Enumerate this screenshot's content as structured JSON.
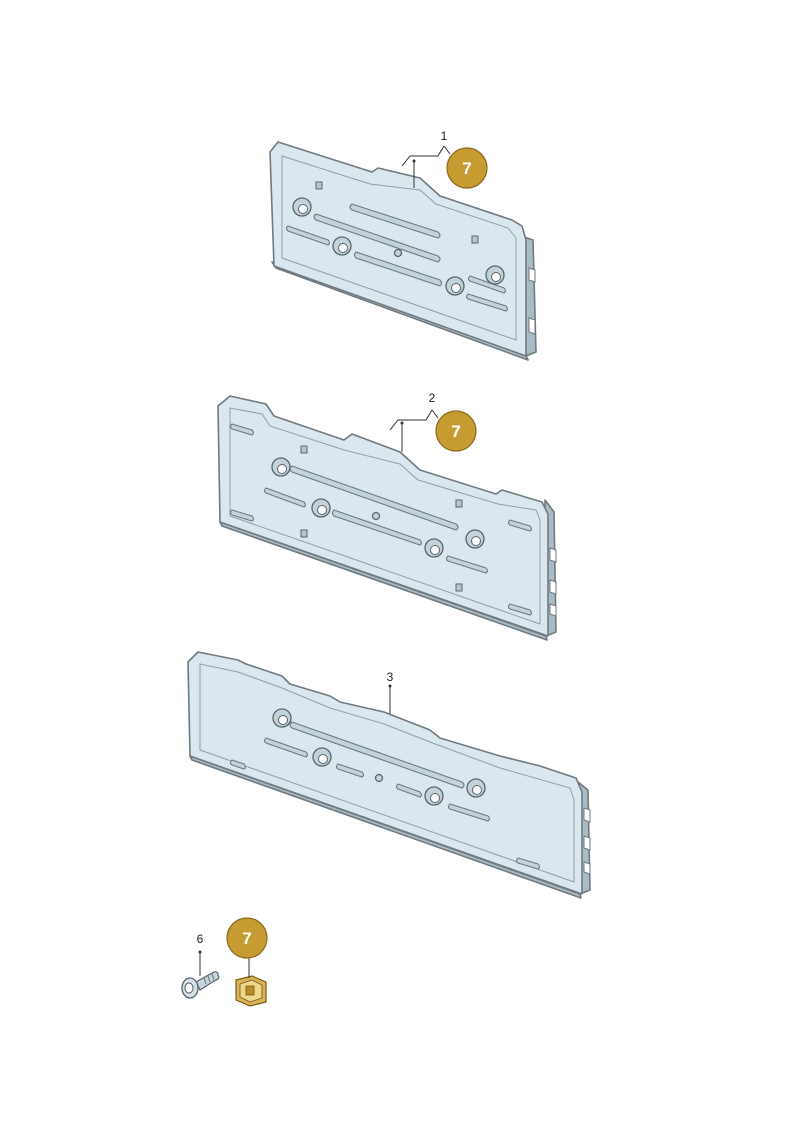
{
  "diagram": {
    "callouts": [
      {
        "id": "part-1",
        "number": "1",
        "badge": "7"
      },
      {
        "id": "part-2",
        "number": "2",
        "badge": "7"
      },
      {
        "id": "part-3",
        "number": "3"
      },
      {
        "id": "part-6",
        "number": "6"
      },
      {
        "id": "part-7-clip",
        "badge": "7"
      }
    ],
    "colors": {
      "badge_fill": "#c69c32",
      "badge_stroke": "#8a6a1a",
      "plate_face": "#dbe7ee",
      "plate_edge": "#a9bbc5",
      "outline": "#707a80"
    },
    "icons": {
      "screw": "screw-icon",
      "clip": "clip-nut-icon"
    }
  }
}
